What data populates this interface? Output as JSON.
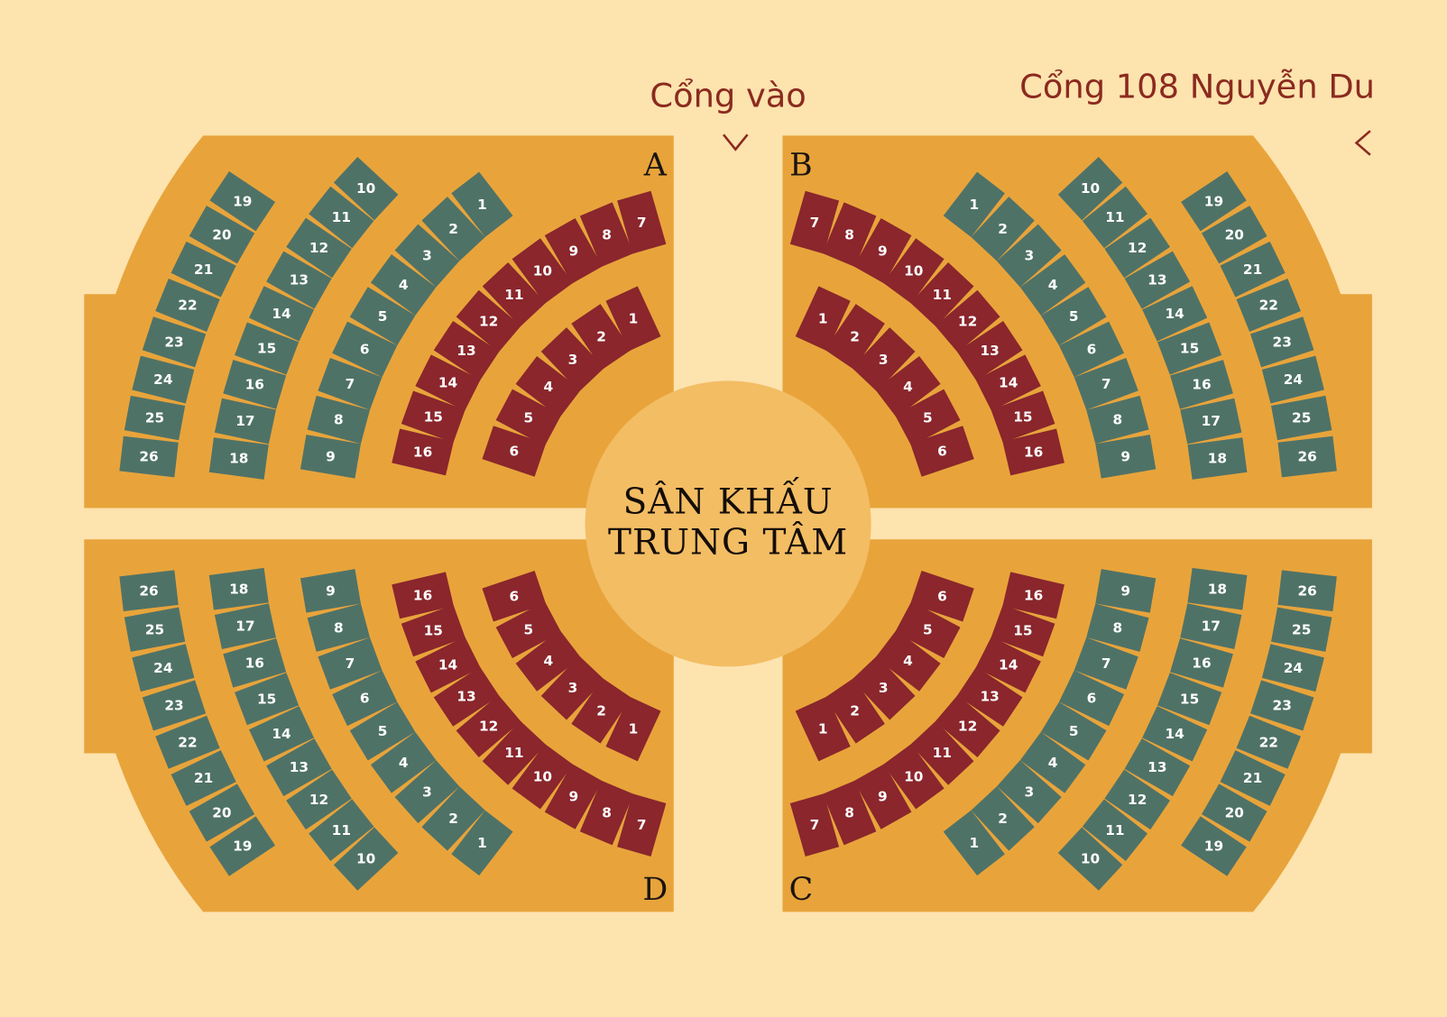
{
  "colors": {
    "background": "#FDE3AE",
    "panel": "#E8A43B",
    "stage": "#F3BD64",
    "seat_red": "#8A262C",
    "seat_green": "#4F7267",
    "text_accent": "#8B2A1F"
  },
  "gates": {
    "main_gate": "Cổng vào",
    "side_gate": "Cổng 108 Nguyễn Du",
    "main_gate_icon": "chevron-down-icon",
    "side_gate_icon": "chevron-left-icon"
  },
  "stage": {
    "line1": "SÂN KHẤU",
    "line2": "TRUNG TÂM"
  },
  "sections": [
    {
      "label": "A"
    },
    {
      "label": "B"
    },
    {
      "label": "C"
    },
    {
      "label": "D"
    }
  ],
  "rows": [
    {
      "tier": "red",
      "seats": [
        1,
        2,
        3,
        4,
        5,
        6
      ]
    },
    {
      "tier": "red",
      "seats": [
        7,
        8,
        9,
        10,
        11,
        12,
        13,
        14,
        15,
        16
      ]
    },
    {
      "tier": "green",
      "seats": [
        1,
        2,
        3,
        4,
        5,
        6,
        7,
        8,
        9
      ]
    },
    {
      "tier": "green",
      "seats": [
        10,
        11,
        12,
        13,
        14,
        15,
        16,
        17,
        18
      ]
    },
    {
      "tier": "green",
      "seats": [
        19,
        20,
        21,
        22,
        23,
        24,
        25,
        26
      ]
    }
  ]
}
